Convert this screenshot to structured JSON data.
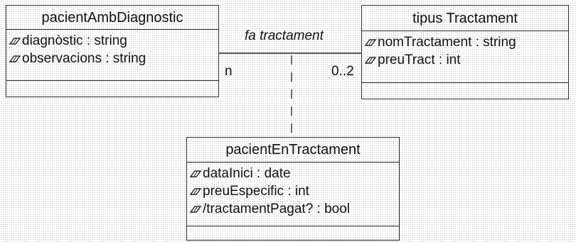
{
  "diagram": {
    "classes": [
      {
        "id": "pacientAmbDiagnostic",
        "name": "pacientAmbDiagnostic",
        "attributes": [
          "diagnòstic : string",
          "observacions : string"
        ],
        "operations": []
      },
      {
        "id": "tipusTractament",
        "name": "tipus Tractament",
        "attributes": [
          "nomTractament : string",
          "preuTract : int"
        ],
        "operations": []
      },
      {
        "id": "pacientEnTractament",
        "name": "pacientEnTractament",
        "attributes": [
          "dataInici : date",
          "preuEspecific : int",
          "/tractamentPagat? : bool"
        ],
        "operations": []
      }
    ],
    "association": {
      "name": "fa tractament",
      "left_multiplicity": "n",
      "right_multiplicity": "0..2",
      "association_class": "pacientEnTractament"
    },
    "attribute_icon": "attribute-diamond-icon"
  }
}
